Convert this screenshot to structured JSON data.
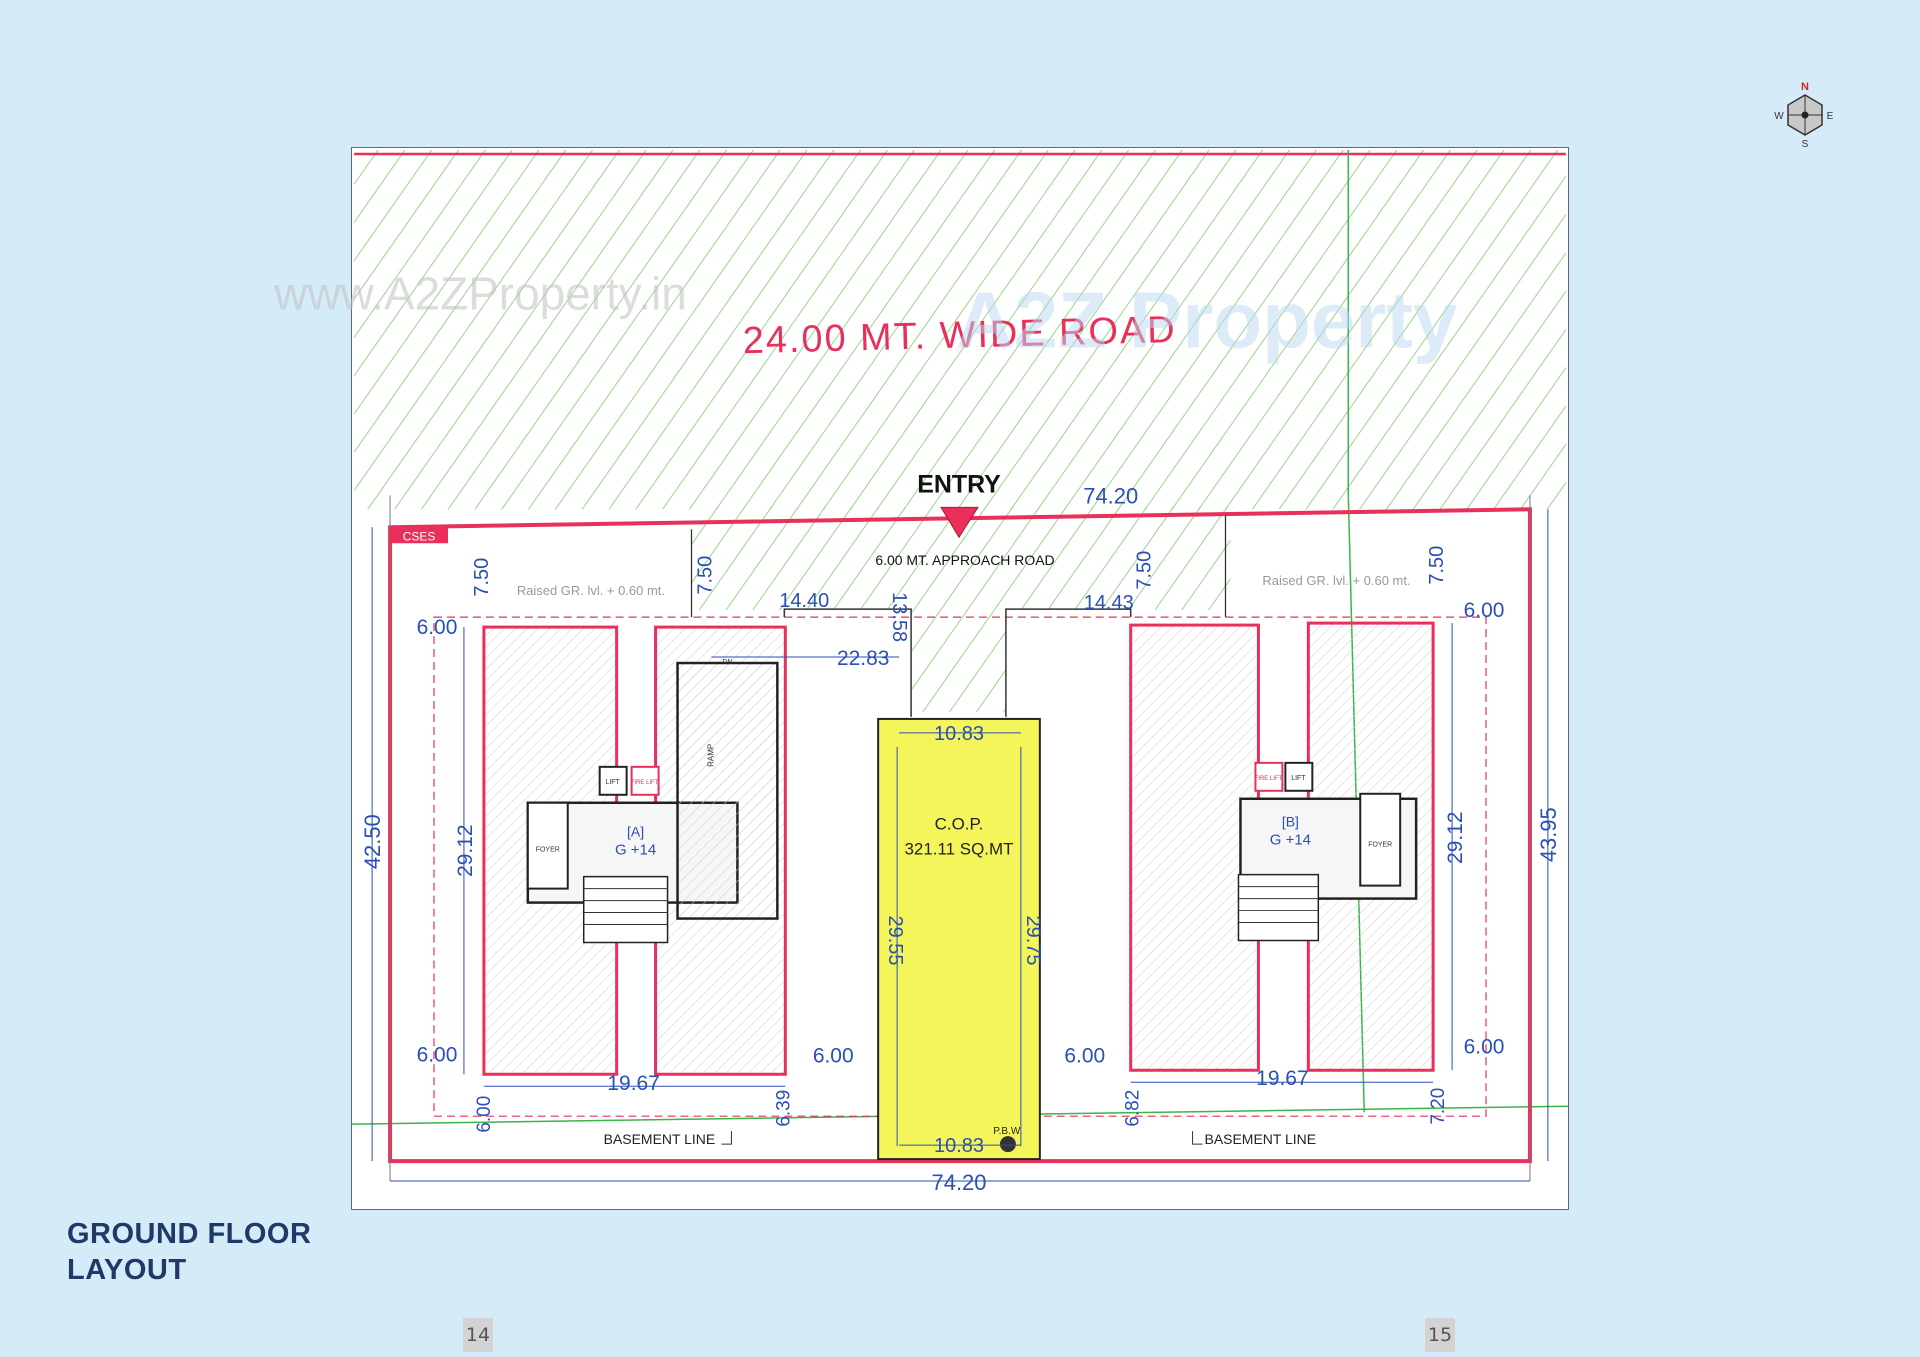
{
  "page": {
    "title_line1": "GROUND FLOOR",
    "title_line2": "LAYOUT",
    "page_left": "14",
    "page_right": "15"
  },
  "compass": {
    "n": "N",
    "s": "S",
    "e": "E",
    "w": "W"
  },
  "plan": {
    "road_label": "24.00 MT. WIDE ROAD",
    "entry_label": "ENTRY",
    "approach_road": "6.00 MT. APPROACH ROAD",
    "watermark_url": "www.A2ZProperty.in",
    "watermark_logo": "A2Z Property",
    "stamp": "CSES",
    "raised_left": "Raised GR. lvl. + 0.60 mt.",
    "raised_right": "Raised GR. lvl. + 0.60 mt.",
    "cop_label": "C.O.P.",
    "cop_area": "321.11 SQ.MT",
    "pbw": "P.B.W.",
    "basement_left": "BASEMENT LINE",
    "basement_right": "BASEMENT LINE",
    "ramp": "RAMP",
    "dn": "DN",
    "tower_a_name": "[A]",
    "tower_a_floors": "G +14",
    "tower_b_name": "[B]",
    "tower_b_floors": "G +14",
    "lift": "LIFT",
    "fire_lift": "FIRE LIFT",
    "foyer": "FOYER",
    "dims": {
      "top_width": "74.20",
      "bottom_width": "74.20",
      "left_depth": "42.50",
      "right_depth": "43.95",
      "a_front_margin": "7.50",
      "a_front_margin2": "7.50",
      "b_front_margin": "7.50",
      "b_front_margin2": "7.50",
      "a_side_top": "6.00",
      "a_side_bottom": "6.00",
      "b_side_top": "6.00",
      "b_side_bottom": "6.00",
      "a_height": "29.12",
      "b_height": "29.12",
      "a_width": "19.67",
      "b_width": "19.67",
      "gap_left_top": "14.40",
      "gap_right_top": "14.43",
      "road_depth": "13.58",
      "road_width": "22.83",
      "cop_top": "10.83",
      "cop_bottom": "10.83",
      "cop_left": "29.55",
      "cop_right": "29.75",
      "cop_gap_left": "6.00",
      "cop_gap_right": "6.00",
      "a_rear_left": "6.00",
      "a_rear_right": "6.39",
      "b_rear_left": "6.82",
      "b_rear_right": "7.20"
    }
  },
  "colors": {
    "boundary": "#e8305a",
    "dimension": "#2a4fb5",
    "hatch": "#7ccd6a",
    "cop": "#f3f55a",
    "building": "#f2f2f2",
    "title": "#1f3a66"
  }
}
